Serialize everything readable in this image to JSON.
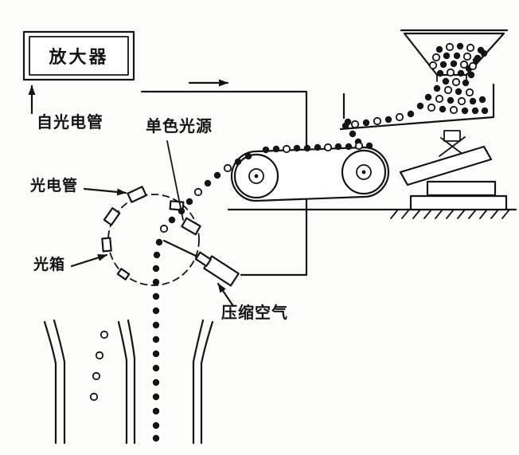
{
  "diagram": {
    "labels": {
      "amplifier": "放大器",
      "from_photocell": "自光电管",
      "monochromatic_light_source": "单色光源",
      "photocell": "光电管",
      "light_box": "光箱",
      "compressed_air": "压缩空气"
    },
    "colors": {
      "ink": "#141414",
      "background": "#fcfcfa",
      "grain_dark": "#141414",
      "grain_light": "#ffffff"
    }
  }
}
